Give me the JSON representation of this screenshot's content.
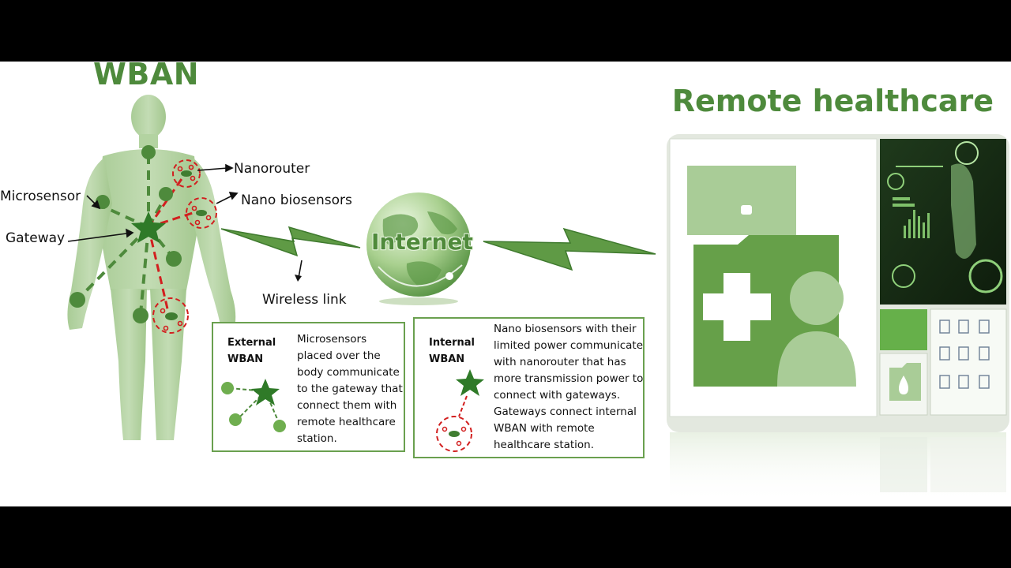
{
  "titles": {
    "wban": "WBAN",
    "remote": "Remote healthcare"
  },
  "labels": {
    "nanorouter": "Nanorouter",
    "nano_biosensors": "Nano biosensors",
    "microsensor": "Microsensor",
    "gateway": "Gateway",
    "wireless_link": "Wireless link",
    "internet": "Internet"
  },
  "external_box": {
    "heading": [
      "External",
      "WBAN"
    ],
    "lines": [
      "Microsensors",
      "placed over the",
      "body communicate",
      "to the gateway that",
      "connect them with",
      "remote healthcare",
      "station."
    ]
  },
  "internal_box": {
    "heading": [
      "Internal",
      "WBAN"
    ],
    "lines": [
      "Nano biosensors with their",
      "limited power communicate",
      "with nanorouter that has",
      "more transmission power to",
      "connect with gateways.",
      "Gateways connect internal",
      "WBAN with remote",
      "healthcare station."
    ]
  },
  "colors": {
    "green_dark": "#4e8a3c",
    "green_mid": "#5f9a45",
    "green_light": "#b7d3a6",
    "red": "#d21f1f",
    "border": "#6aa04f"
  }
}
